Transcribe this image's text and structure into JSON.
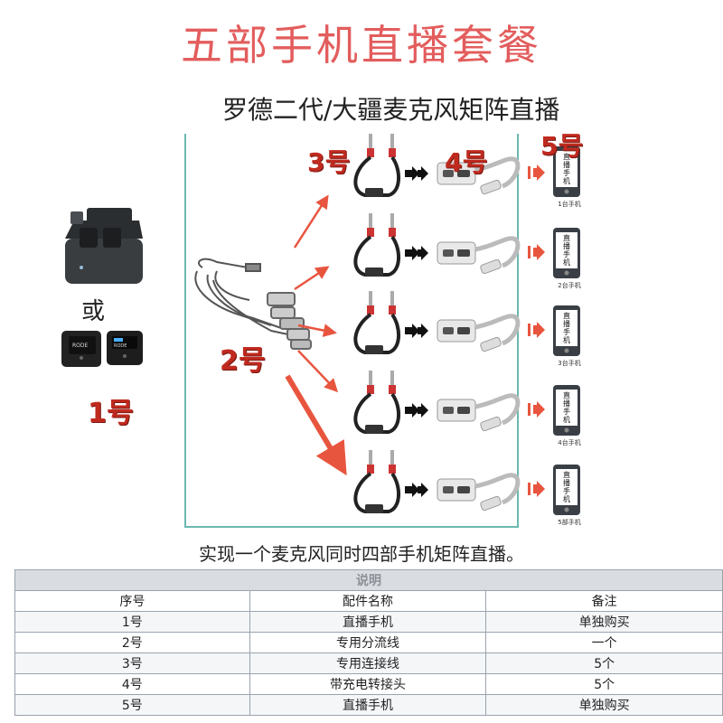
{
  "header": {
    "title": "五部手机直播套餐",
    "subtitle": "罗德二代/大疆麦克风矩阵直播"
  },
  "labels": {
    "n1": "1号",
    "n2": "2号",
    "n3": "3号",
    "n4": "4号",
    "n5": "5号",
    "or": "或",
    "mic_brand": "RODE"
  },
  "phones": {
    "screen_text": [
      "直",
      "播",
      "手",
      "机"
    ],
    "captions": [
      "1台手机",
      "2台手机",
      "3台手机",
      "4台手机",
      "5部手机"
    ]
  },
  "caption": "实现一个麦克风同时四部手机矩阵直播。",
  "table": {
    "heading": "说明",
    "columns": [
      "序号",
      "配件名称",
      "备注"
    ],
    "rows": [
      [
        "1号",
        "直播手机",
        "单独购买"
      ],
      [
        "2号",
        "专用分流线",
        "一个"
      ],
      [
        "3号",
        "专用连接线",
        "5个"
      ],
      [
        "4号",
        "带充电转接头",
        "5个"
      ],
      [
        "5号",
        "直播手机",
        "单独购买"
      ]
    ]
  },
  "colors": {
    "title": "#e35d5d",
    "number_labels": "#c02a1f",
    "arrows": "#e8553f",
    "frame": "#6cb8b0"
  }
}
